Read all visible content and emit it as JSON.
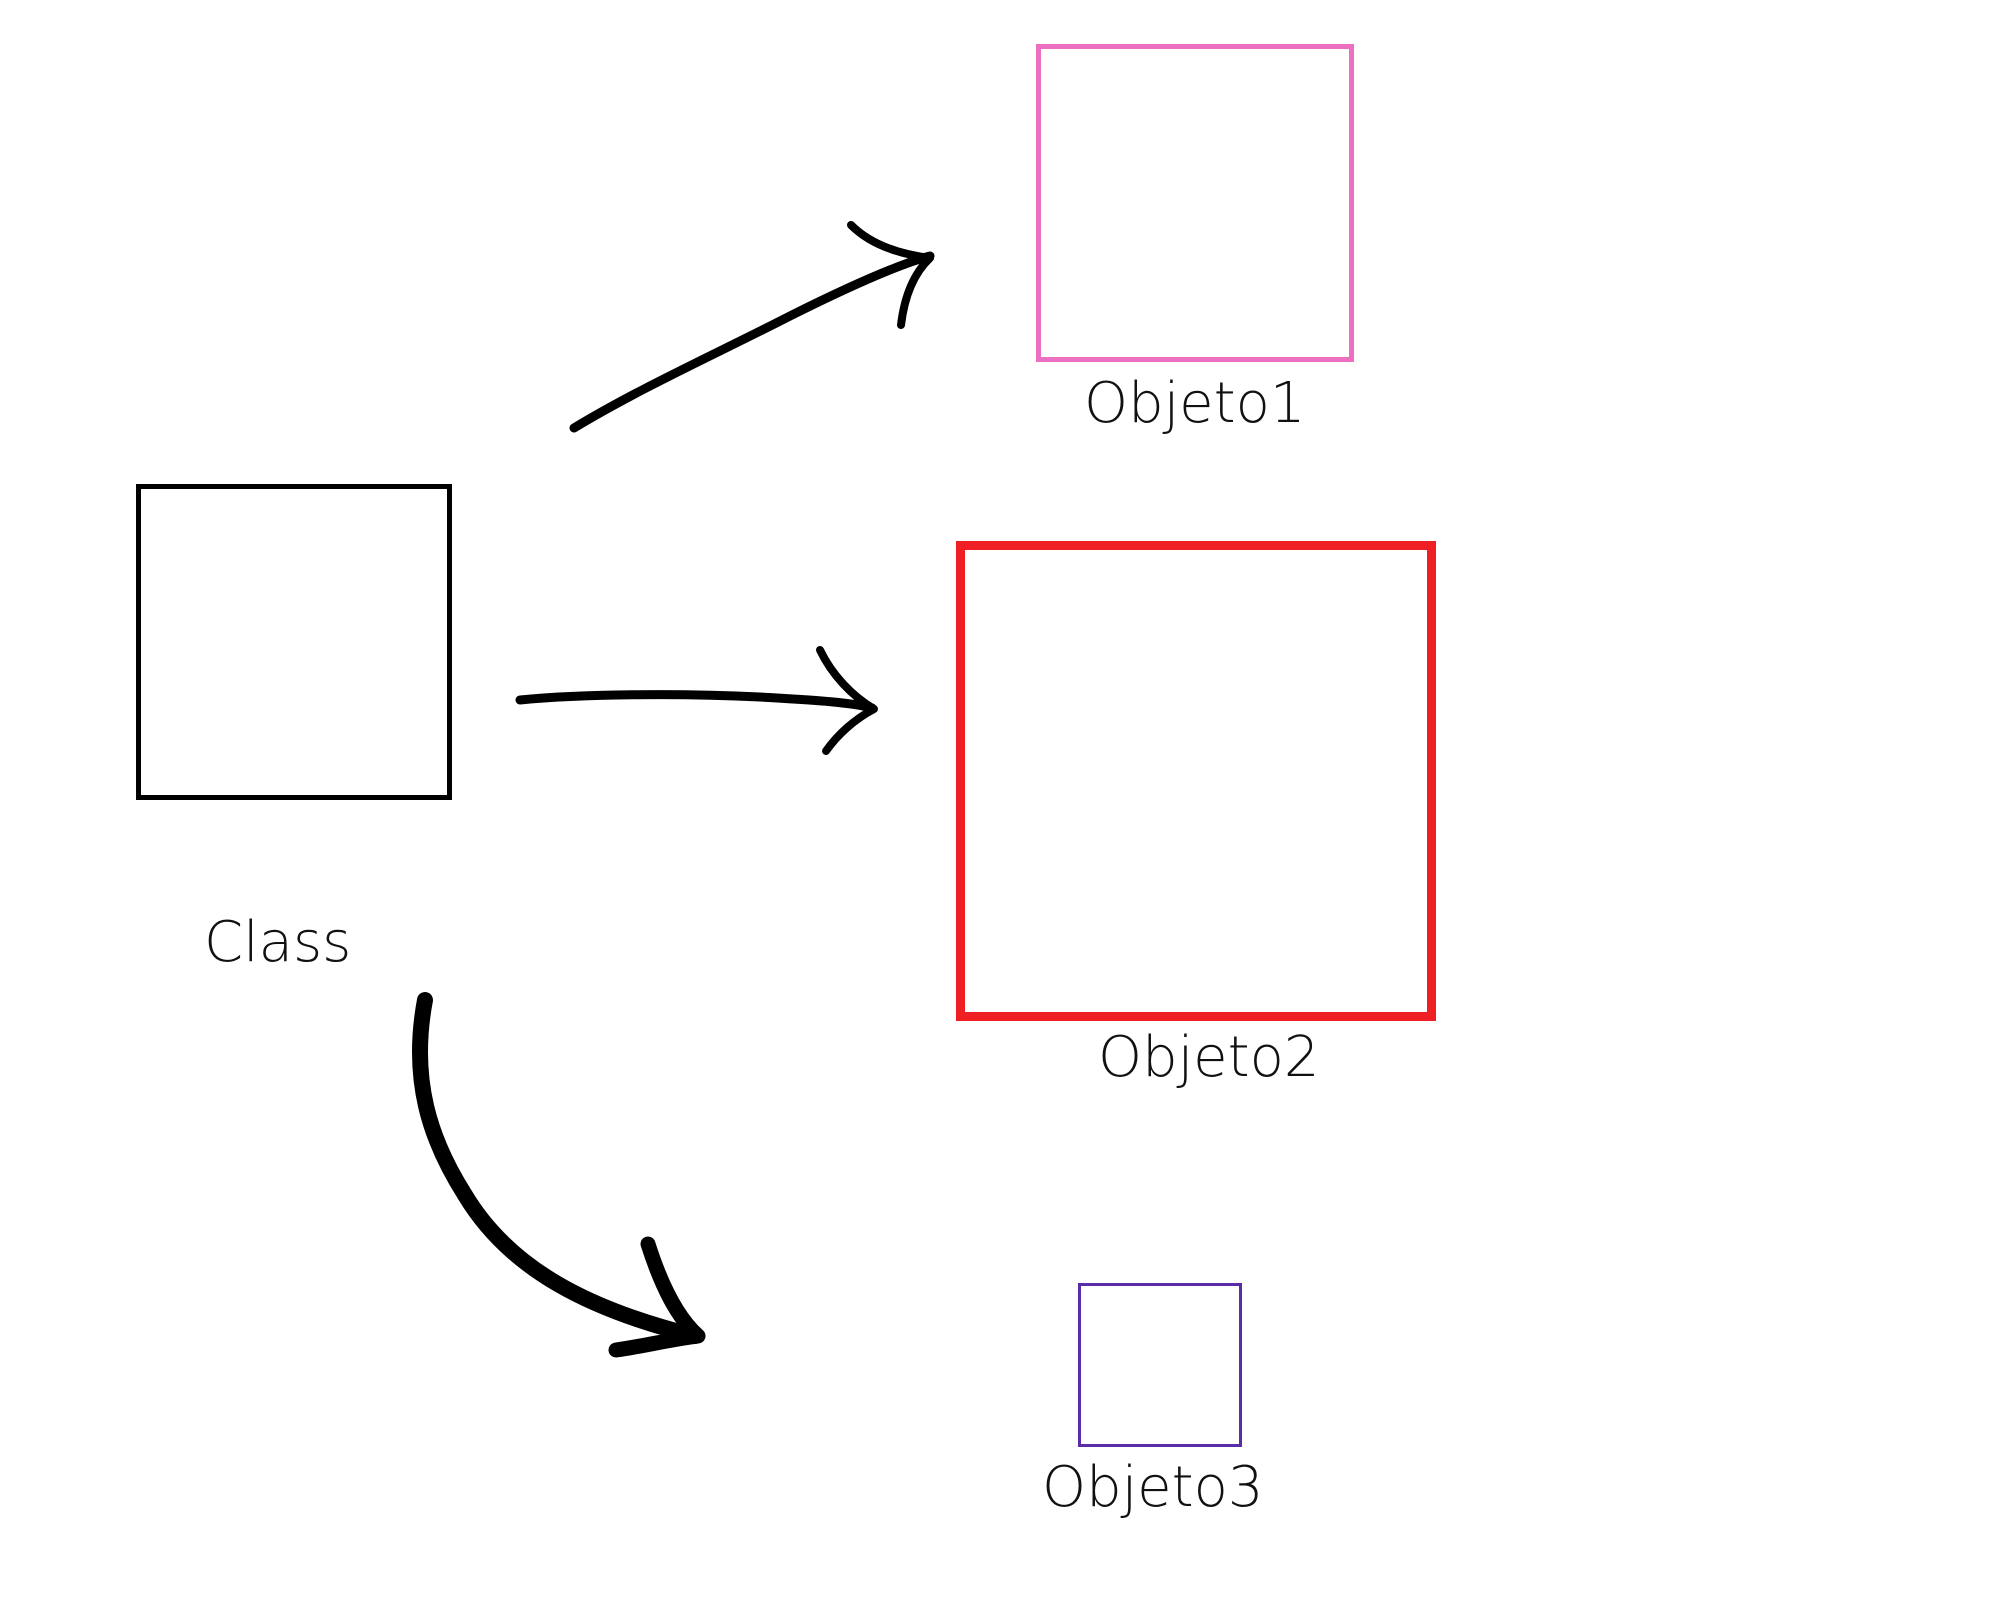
{
  "diagram": {
    "class_node": {
      "label": "Class",
      "border_color": "#000000"
    },
    "objects": [
      {
        "label": "Objeto1",
        "border_color": "#ec6fc0"
      },
      {
        "label": "Objeto2",
        "border_color": "#ee2024"
      },
      {
        "label": "Objeto3",
        "border_color": "#5b2ca8"
      }
    ],
    "arrow_color": "#000000"
  }
}
